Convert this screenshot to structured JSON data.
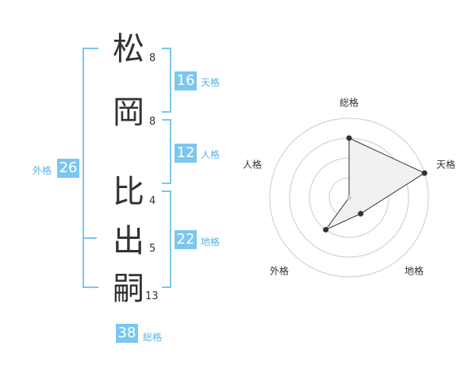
{
  "name": {
    "chars": [
      {
        "char": "松",
        "strokes": "8"
      },
      {
        "char": "岡",
        "strokes": "8"
      },
      {
        "char": "比",
        "strokes": "4"
      },
      {
        "char": "出",
        "strokes": "5"
      },
      {
        "char": "嗣",
        "strokes": "13"
      }
    ]
  },
  "fortune": {
    "ten": {
      "label": "天格",
      "value": "16"
    },
    "jin": {
      "label": "人格",
      "value": "12"
    },
    "chi": {
      "label": "地格",
      "value": "22"
    },
    "gai": {
      "label": "外格",
      "value": "26"
    },
    "sou": {
      "label": "総格",
      "value": "38"
    }
  },
  "chart_data": {
    "type": "radar",
    "axes": [
      "総格",
      "天格",
      "地格",
      "外格",
      "人格"
    ],
    "values": [
      3,
      4,
      1,
      2,
      0
    ],
    "range": [
      0,
      4
    ],
    "rings": 4,
    "colors": {
      "fill": "#f0f0f0",
      "line": "#333333",
      "ring": "#cccccc"
    }
  }
}
